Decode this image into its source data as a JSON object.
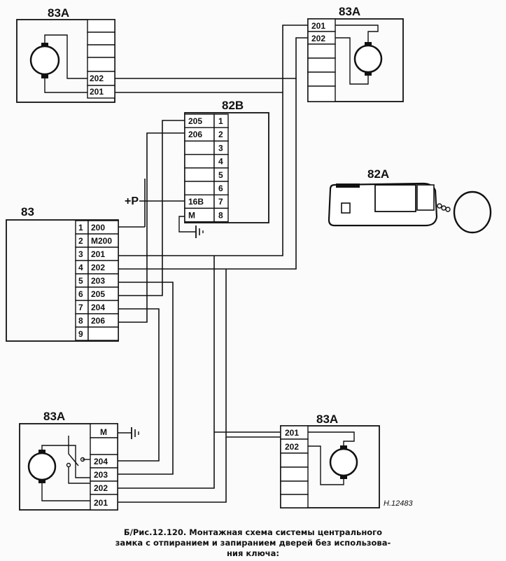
{
  "labels": {
    "motor_tl": "83A",
    "motor_tr": "83A",
    "motor_bl": "83A",
    "motor_br": "83A",
    "relay": "82B",
    "remote": "82A",
    "unit": "83",
    "power": "+P",
    "drawing_code": "H.12483"
  },
  "motor_tl_pins": [
    "202",
    "201"
  ],
  "motor_tr_pins": [
    "201",
    "202"
  ],
  "motor_bl_pins": [
    "M",
    "204",
    "203",
    "202",
    "201"
  ],
  "motor_br_pins": [
    "201",
    "202"
  ],
  "relay_pins": [
    {
      "name": "205",
      "num": "1"
    },
    {
      "name": "206",
      "num": "2"
    },
    {
      "name": "",
      "num": "3"
    },
    {
      "name": "",
      "num": "4"
    },
    {
      "name": "",
      "num": "5"
    },
    {
      "name": "",
      "num": "6"
    },
    {
      "name": "16B",
      "num": "7"
    },
    {
      "name": "M",
      "num": "8"
    }
  ],
  "unit_pins": [
    {
      "num": "1",
      "name": "200"
    },
    {
      "num": "2",
      "name": "M200"
    },
    {
      "num": "3",
      "name": "201"
    },
    {
      "num": "4",
      "name": "202"
    },
    {
      "num": "5",
      "name": "203"
    },
    {
      "num": "6",
      "name": "205"
    },
    {
      "num": "7",
      "name": "204"
    },
    {
      "num": "8",
      "name": "206"
    },
    {
      "num": "9",
      "name": ""
    }
  ],
  "caption": {
    "line1": "Б/Рис.12.120. Монтажная схема системы центрального",
    "line2": "замка с отпиранием и запиранием дверей без использова-",
    "line3": "ния ключа:"
  }
}
